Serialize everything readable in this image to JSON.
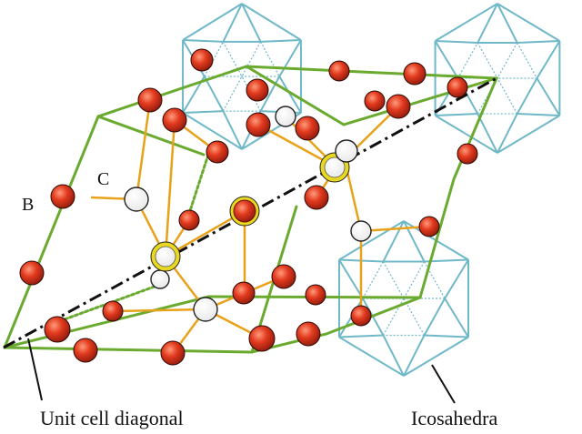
{
  "labels": {
    "b": "B",
    "c": "C",
    "diagonal": "Unit cell diagonal",
    "icosahedra": "Icosahedra"
  },
  "colors": {
    "cell_edge": "#6aaa2e",
    "bond": "#e8a21a",
    "icosahedron": "#6fb8c8",
    "boron_atom": "#d8321c",
    "carbon_atom": "#ffffff",
    "atom_outline": "#222222",
    "diagonal_line": "#111111",
    "highlight_ring": "#e8d820"
  },
  "atom_types": [
    "boron-atom",
    "carbon-atom",
    "chain-end-atom",
    "center-atom"
  ]
}
